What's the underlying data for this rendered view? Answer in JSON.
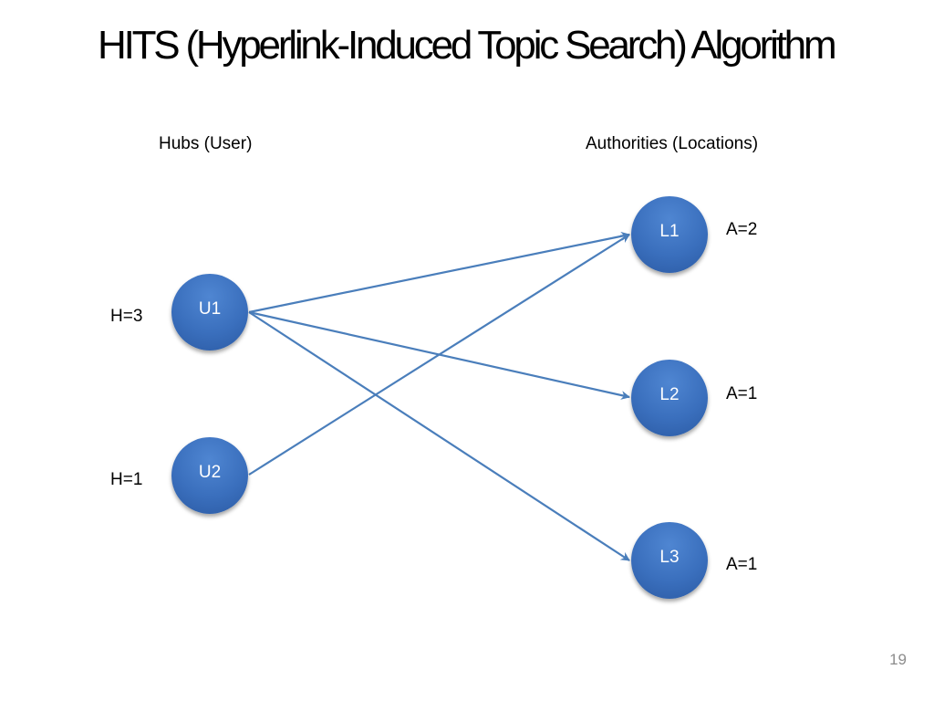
{
  "slide": {
    "title": "HITS (Hyperlink-Induced Topic Search) Algorithm",
    "page_number": "19"
  },
  "columns": {
    "hubs_heading": "Hubs (User)",
    "authorities_heading": "Authorities (Locations)"
  },
  "hubs": [
    {
      "id": "U1",
      "label": "U1",
      "score": "H=3"
    },
    {
      "id": "U2",
      "label": "U2",
      "score": "H=1"
    }
  ],
  "authorities": [
    {
      "id": "L1",
      "label": "L1",
      "score": "A=2"
    },
    {
      "id": "L2",
      "label": "L2",
      "score": "A=1"
    },
    {
      "id": "L3",
      "label": "L3",
      "score": "A=1"
    }
  ],
  "links": [
    {
      "from": "U1",
      "to": "L1"
    },
    {
      "from": "U1",
      "to": "L2"
    },
    {
      "from": "U1",
      "to": "L3"
    },
    {
      "from": "U2",
      "to": "L1"
    }
  ],
  "colors": {
    "node_fill": "#3a6fbd",
    "edge": "#4a7ebb",
    "node_text": "#ffffff",
    "page_number": "#8c8c8c"
  }
}
